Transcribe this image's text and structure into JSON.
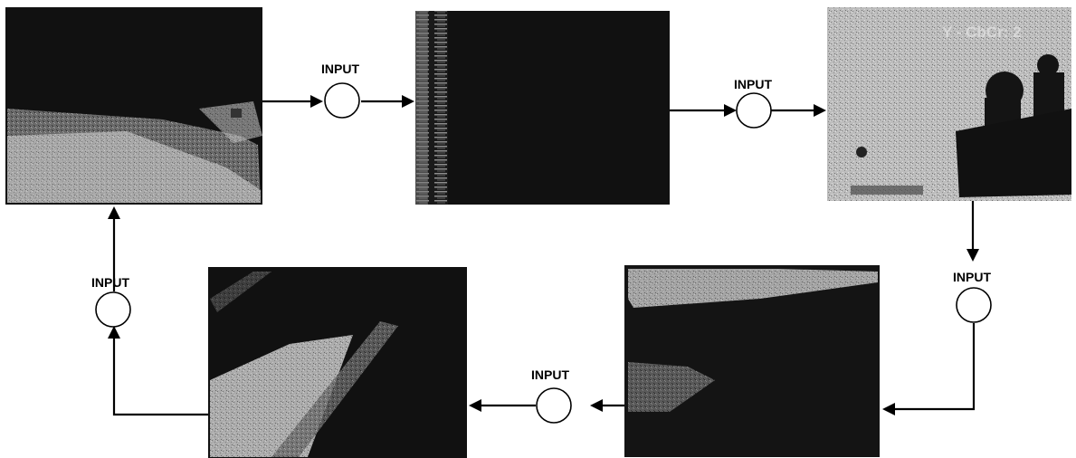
{
  "input_label": "INPUT",
  "frame3_overlay": "Y - CbCr: 2",
  "frames": [
    {
      "id": "frame-1",
      "content": "dark shoreline scene"
    },
    {
      "id": "frame-2",
      "content": "dark frame with bright left edge"
    },
    {
      "id": "frame-3",
      "content": "bright scene with silhouettes"
    },
    {
      "id": "frame-4",
      "content": "dark scene with bright top"
    },
    {
      "id": "frame-5",
      "content": "dark scene with bright diagonal lower left"
    }
  ],
  "colors": {
    "frame_dark": "#111111",
    "frame_bright": "#b8b8b8",
    "line": "#000000",
    "node_fill": "#ffffff"
  }
}
